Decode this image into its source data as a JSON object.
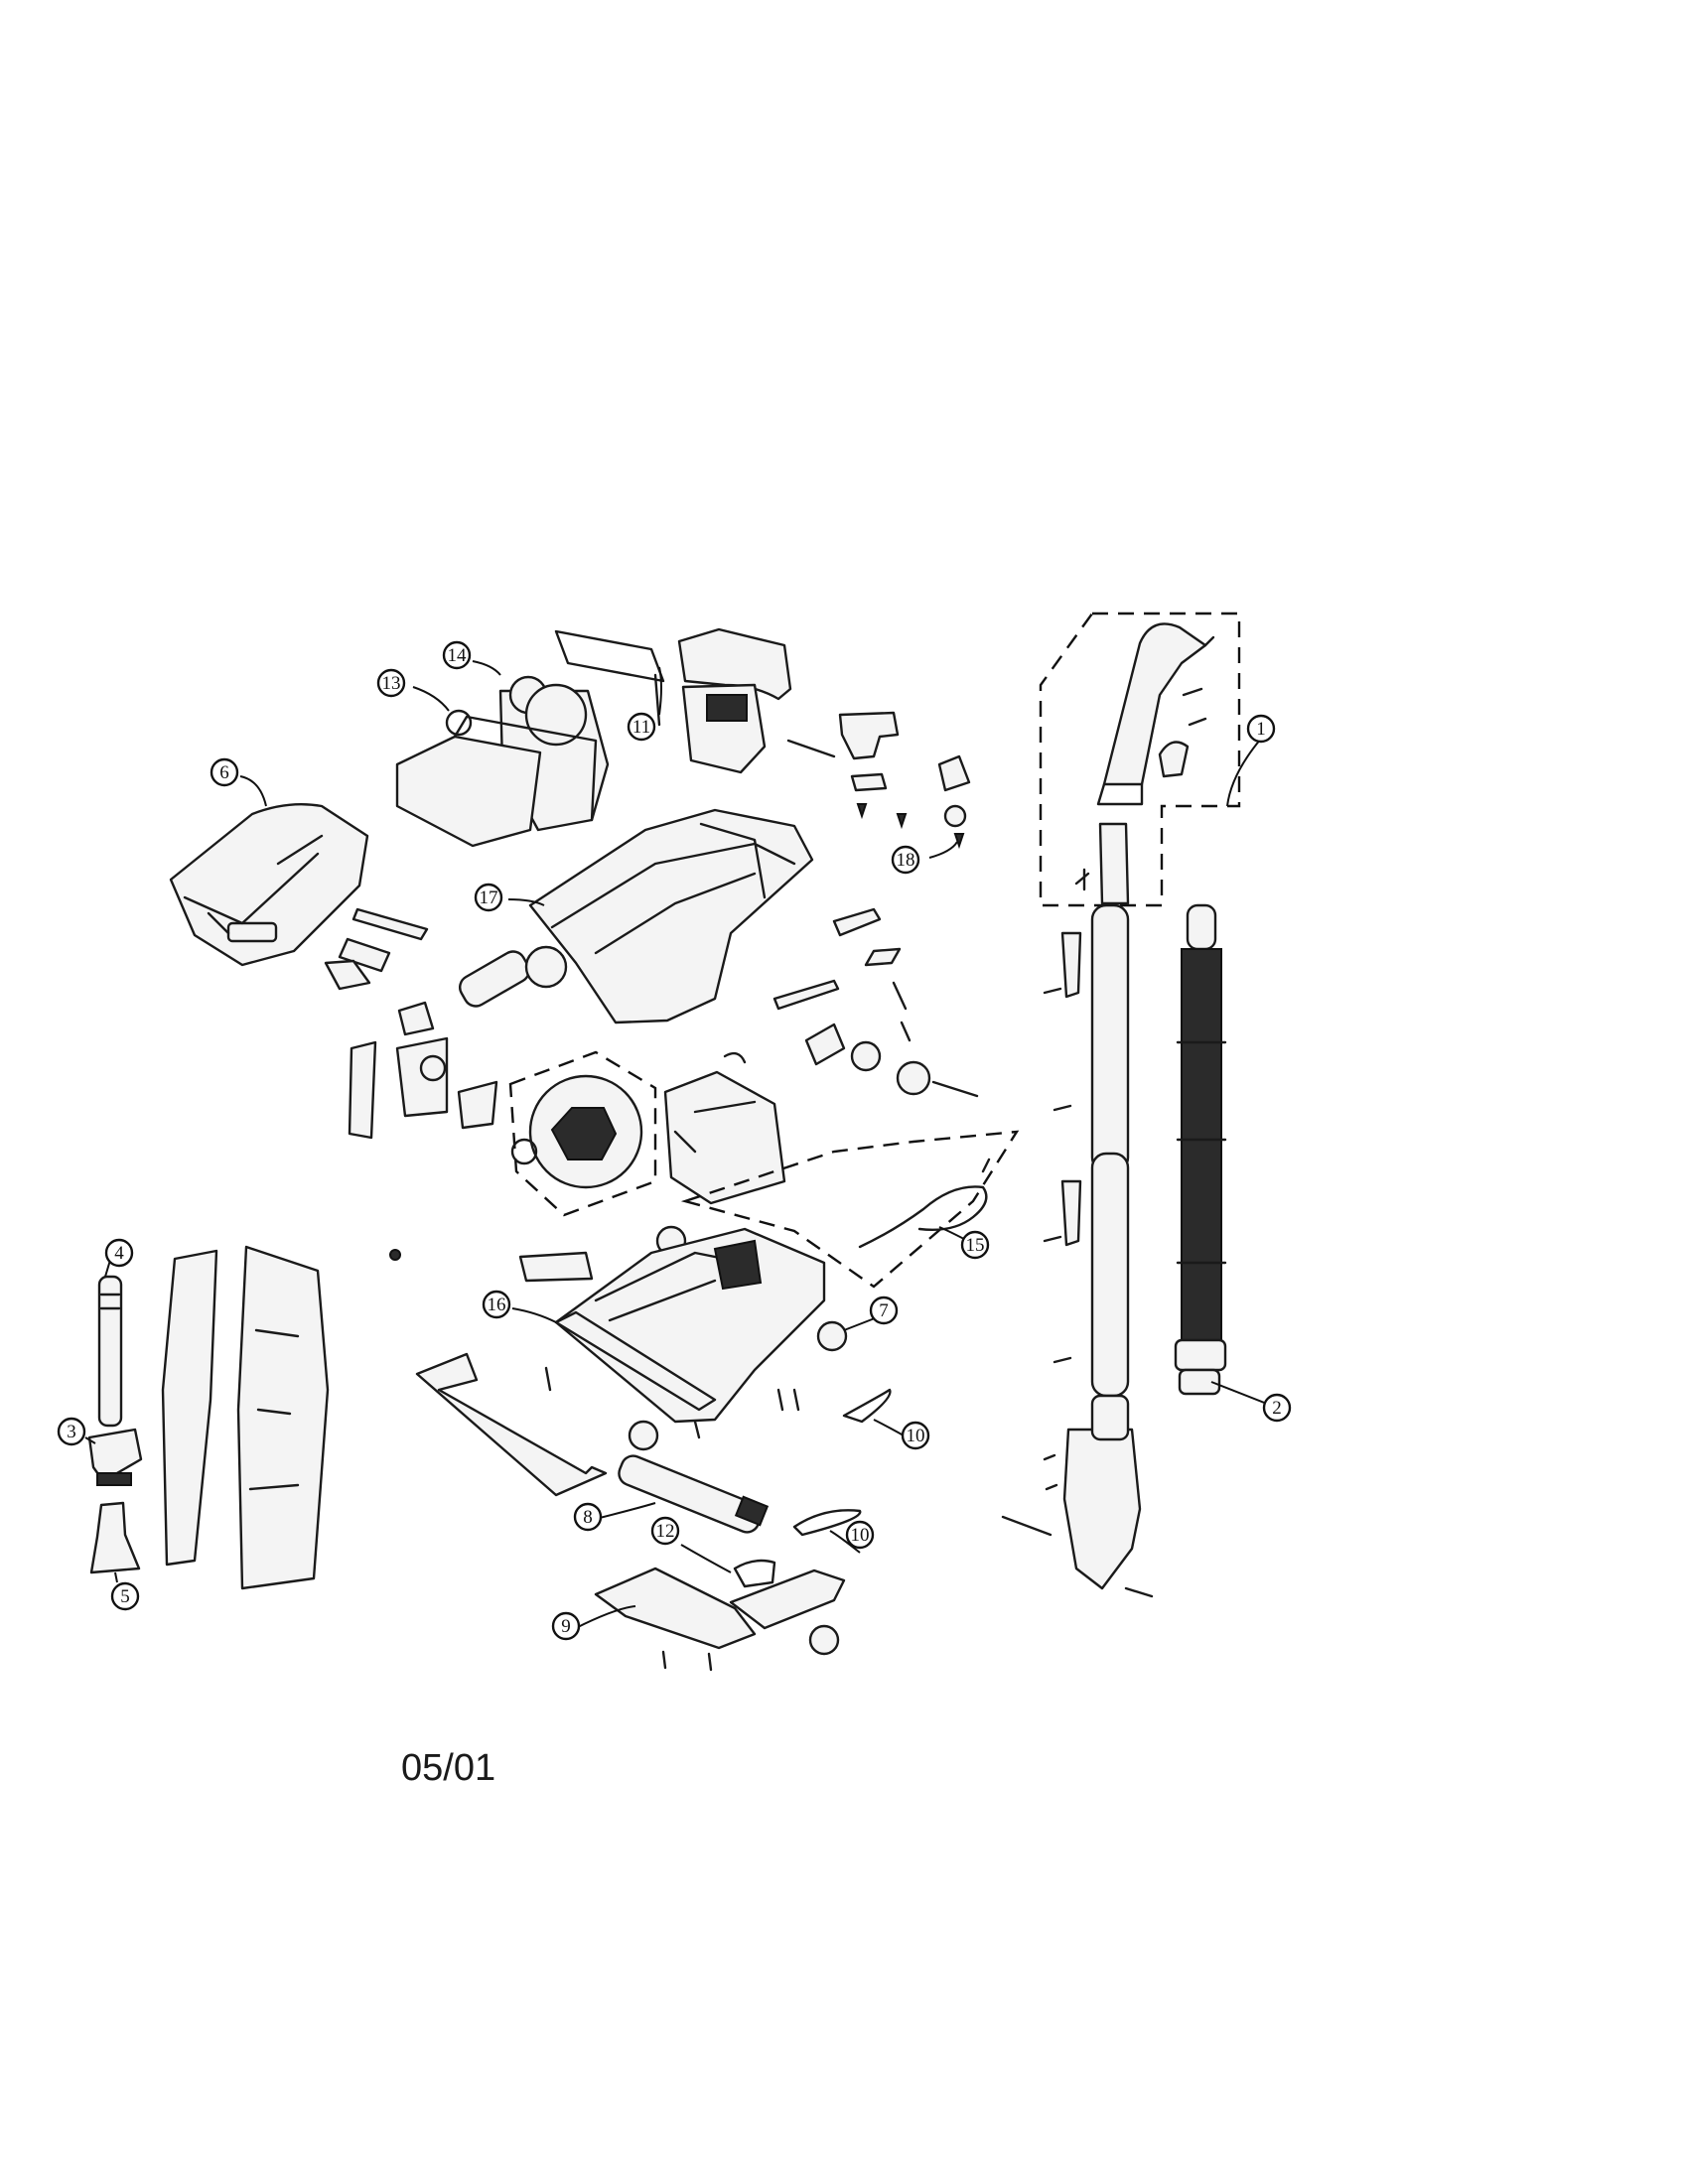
{
  "callouts": [
    {
      "id": "1",
      "label": "1"
    },
    {
      "id": "2",
      "label": "2"
    },
    {
      "id": "3",
      "label": "3"
    },
    {
      "id": "4",
      "label": "4"
    },
    {
      "id": "5",
      "label": "5"
    },
    {
      "id": "6",
      "label": "6"
    },
    {
      "id": "7",
      "label": "7"
    },
    {
      "id": "8",
      "label": "8"
    },
    {
      "id": "9",
      "label": "9"
    },
    {
      "id": "10a",
      "label": "10"
    },
    {
      "id": "10b",
      "label": "10"
    },
    {
      "id": "11",
      "label": "11"
    },
    {
      "id": "12",
      "label": "12"
    },
    {
      "id": "13",
      "label": "13"
    },
    {
      "id": "14",
      "label": "14"
    },
    {
      "id": "15",
      "label": "15"
    },
    {
      "id": "16",
      "label": "16"
    },
    {
      "id": "17",
      "label": "17"
    },
    {
      "id": "18",
      "label": "18"
    }
  ],
  "footer": {
    "date_code": "05/01"
  }
}
